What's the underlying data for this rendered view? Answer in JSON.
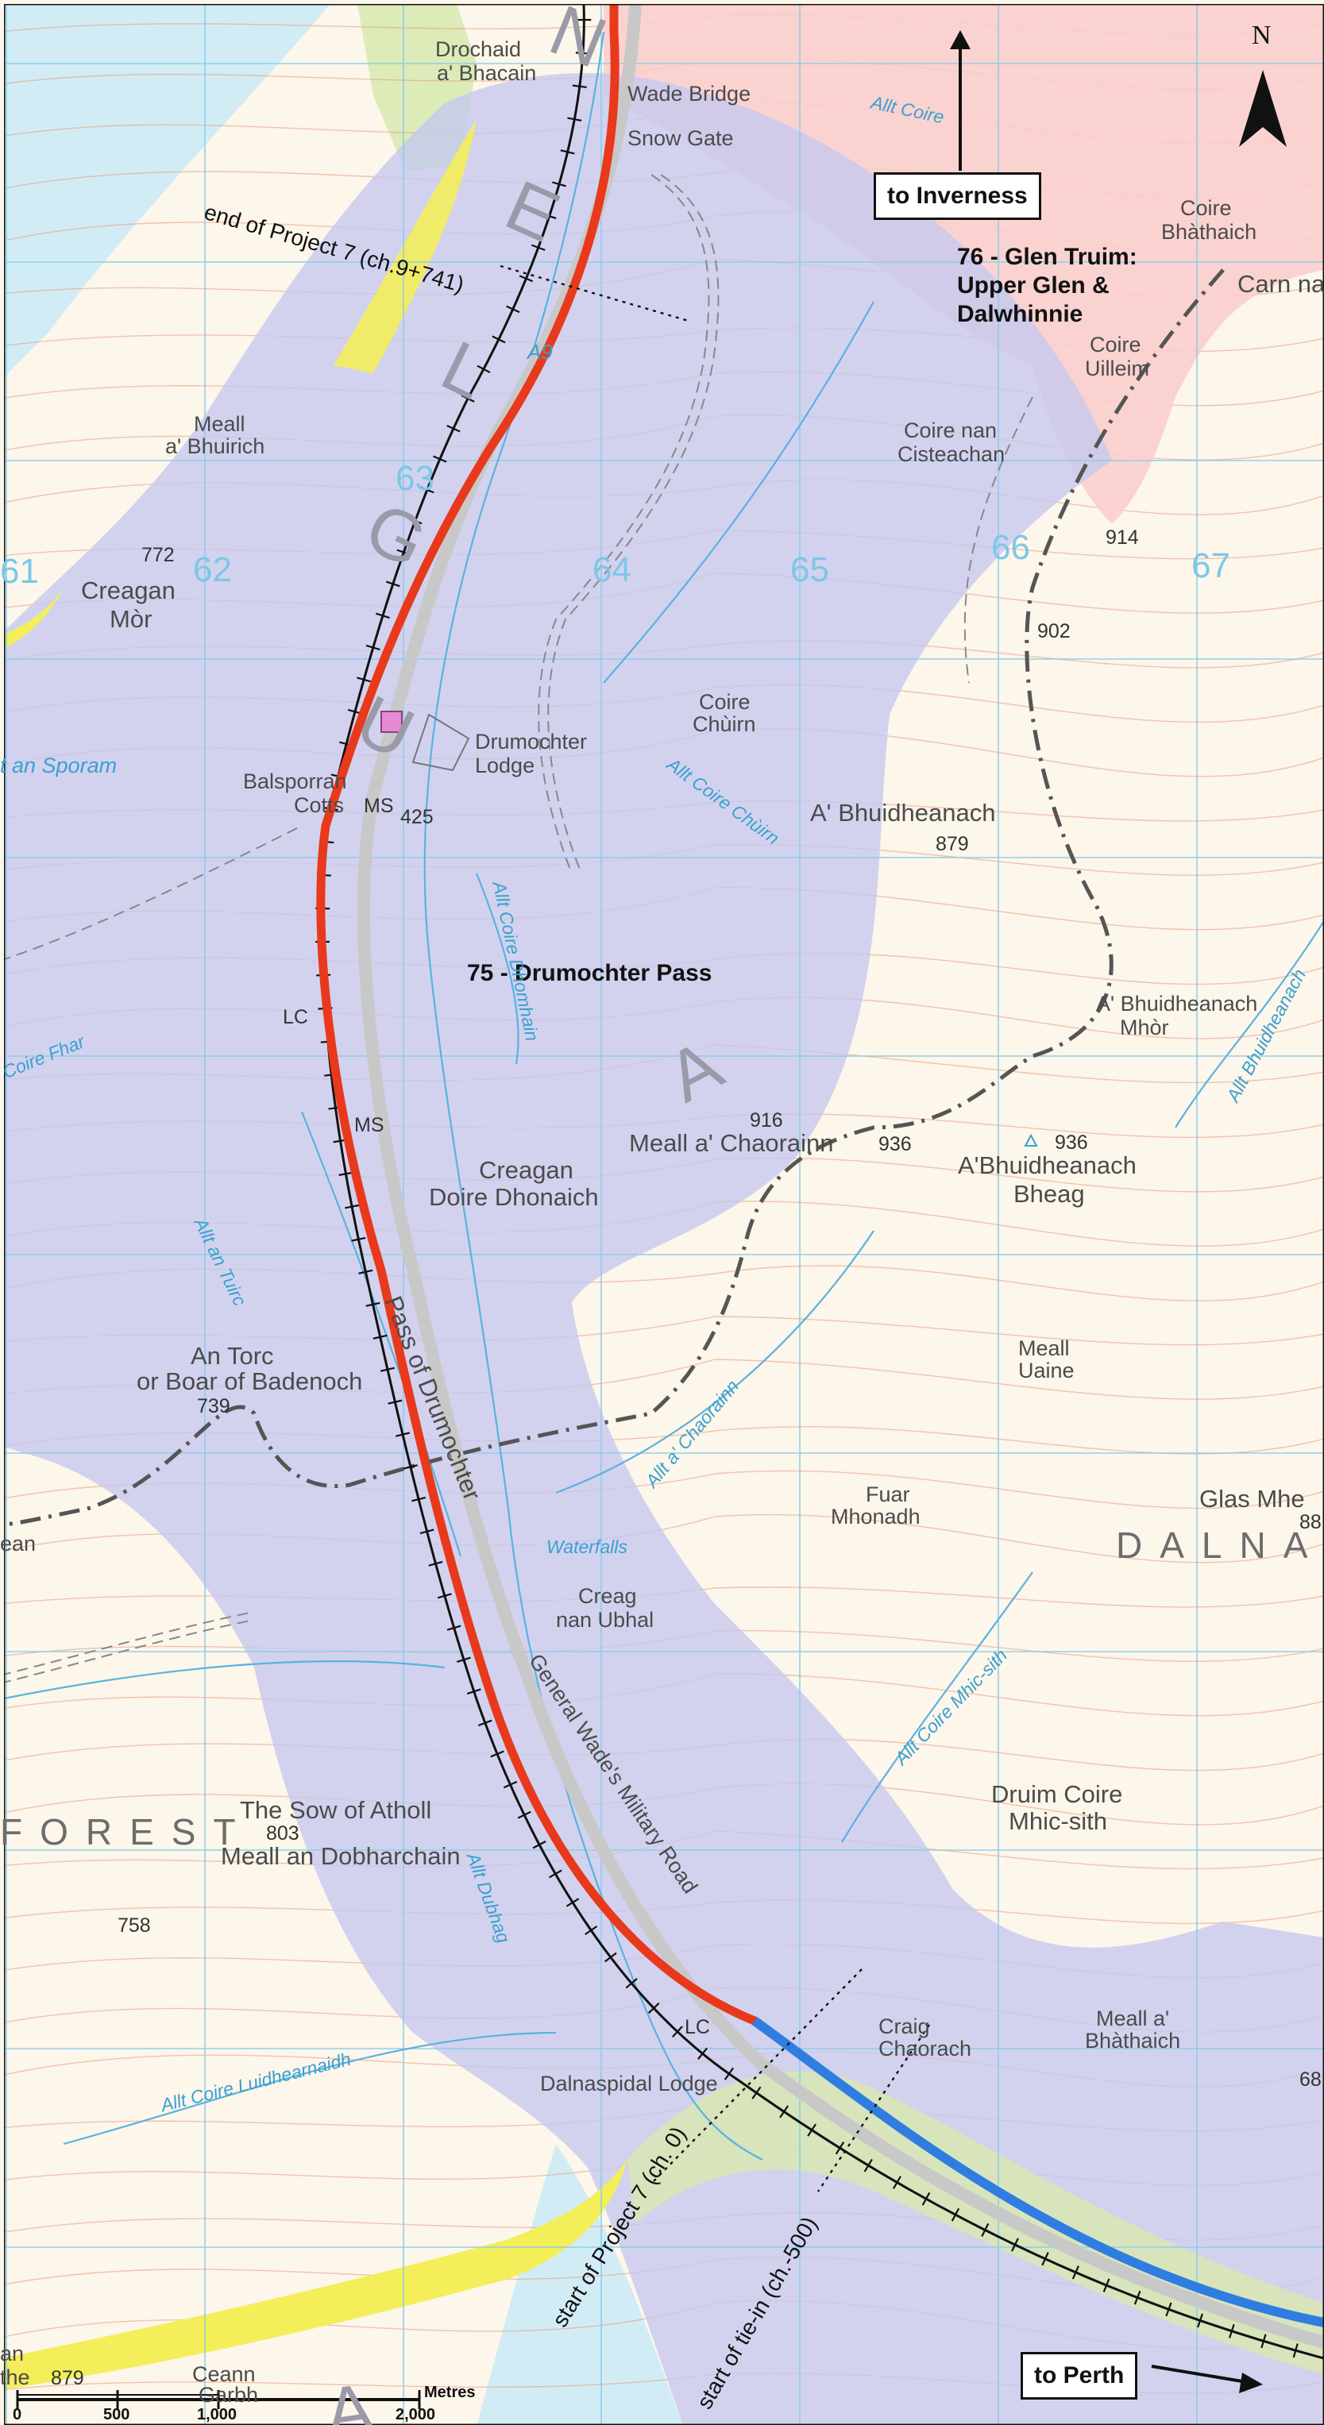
{
  "north_label": "N",
  "boxes": {
    "to_inverness": "to Inverness",
    "to_perth": "to Perth"
  },
  "areas": {
    "area_76_line1": "76 - Glen Truim:",
    "area_76_line2": "Upper Glen &",
    "area_76_line3": "Dalwhinnie",
    "area_75": "75 - Drumochter Pass"
  },
  "annotations": {
    "end_project": "end of Project 7 (ch.9+741)",
    "start_project": "start of Project 7 (ch. 0)",
    "start_tiein": "start of tie-in (ch.-500)"
  },
  "grid_numbers": [
    "61",
    "62",
    "63",
    "64",
    "65",
    "66",
    "67"
  ],
  "big_letters": {
    "glen_g": "G",
    "glen_l": "L",
    "glen_e": "E",
    "glen_n": "N",
    "glen_u": "U",
    "atholl_a": "A",
    "forest": "FOREST",
    "dalna": "DALNA",
    "bottom_a": "A"
  },
  "places": {
    "drochaid_1": "Drochaid",
    "drochaid_2": "a' Bhacain",
    "wade_bridge": "Wade Bridge",
    "snow_gate": "Snow Gate",
    "coire_bhathaich_1": "Coire",
    "coire_bhathaich_2": "Bhàthaich",
    "carn_na": "Carn na",
    "coire_uilleim_1": "Coire",
    "coire_uilleim_2": "Uilleim",
    "coire_nan_cist_1": "Coire nan",
    "coire_nan_cist_2": "Cisteachan",
    "meall_bhuirich_1": "Meall",
    "meall_bhuirich_2": "a' Bhuirich",
    "creagan_mor_1": "Creagan",
    "creagan_mor_2": "Mòr",
    "coire_chuirn_1": "Coire",
    "coire_chuirn_2": "Chùirn",
    "drumochter_lodge_1": "Drumochter",
    "drumochter_lodge_2": "Lodge",
    "balsporran_1": "Balsporran",
    "balsporran_2": "Cotts",
    "a_bhuidheanach": "A' Bhuidheanach",
    "a_bhuidheanach_mor_1": "A' Bhuidheanach",
    "a_bhuidheanach_mor_2": "Mhòr",
    "meall_chaorainn": "Meall a' Chaorainn",
    "a_bhuidheanach_bheag_1": "A'Bhuidheanach",
    "a_bhuidheanach_bheag_2": "Bheag",
    "creagan_doire_1": "Creagan",
    "creagan_doire_2": "Doire Dhonaich",
    "pass_of_drumochter": "Pass of Drumochter",
    "an_torc_1": "An Torc",
    "an_torc_2": "or Boar of Badenoch",
    "meall_uaine_1": "Meall",
    "meall_uaine_2": "Uaine",
    "fuar_mhonadh_1": "Fuar",
    "fuar_mhonadh_2": "Mhonadh",
    "glas_mhe": "Glas Mhe",
    "creag_nan_ubhal_1": "Creag",
    "creag_nan_ubhal_2": "nan Ubhal",
    "general_wades": "General Wade's Military Road",
    "druim_coire_1": "Druim Coire",
    "druim_coire_2": "Mhic-sith",
    "sow_of_atholl": "The Sow of Atholl",
    "meall_dobharchain": "Meall an Dobharchain",
    "craig_chaorach_1": "Craig",
    "craig_chaorach_2": "Chaorach",
    "meall_a_bhathaich_1": "Meall a'",
    "meall_a_bhathaich_2": "Bhàthaich",
    "dalnaspidal_lodge": "Dalnaspidal Lodge",
    "ceann_garbh_1": "Ceann",
    "ceann_garbh_2": "Garbh",
    "an_sporam": "t an Sporam",
    "ean": "ean",
    "lc_1": "LC",
    "lc_2": "LC",
    "ms_1": "MS",
    "ms_2": "MS",
    "a9": "A9",
    "an_bottom_1": "an",
    "an_bottom_2": "the"
  },
  "heights": {
    "h772": "772",
    "h914": "914",
    "h902": "902",
    "h879": "879",
    "h425": "425",
    "h916": "916",
    "h936a": "936",
    "h936b": "936",
    "h739": "739",
    "h803": "803",
    "h758": "758",
    "h879b": "879",
    "h88": "88",
    "h68": "68"
  },
  "water": {
    "allt_coire": "Allt Coire",
    "allt_coire_chuirn": "Allt Coire Chùirn",
    "allt_coire_dhomhain": "Allt Coire Dhomhain",
    "allt_an_t_sluic": "Allt an Tuirc",
    "coire_fhar": "Coire Fhar",
    "allt_a_chaorainn": "Allt a' Chaorainn",
    "waterfalls": "Waterfalls",
    "allt_dubhag": "Allt Dubhag",
    "allt_coire_luidhearnaidh": "Allt Coire Luidhearnaidh",
    "allt_coire_mhic_sith": "Allt Coire Mhic-sith",
    "allt_bhuidheanach": "Allt Bhuidheanach"
  },
  "scale": {
    "ticks": [
      "0",
      "500",
      "1,000",
      "2,000"
    ],
    "unit": "Metres"
  },
  "colors": {
    "background": "#fdf6ea",
    "area_75_fill": "#c5c8f0",
    "area_76_fill": "#f9cccc",
    "yellow_band": "#f3ee5a",
    "forest_green": "#dcebb8",
    "tie_in_green": "#d7e5b6",
    "grid_line": "#86cde8",
    "contour": "#e59a7a",
    "river": "#5ab2e0",
    "water_body": "#d2ecf6",
    "project_route": "#e8391c",
    "tie_in_route": "#2f7de1",
    "railway": "#111111",
    "boundary": "#555555"
  }
}
